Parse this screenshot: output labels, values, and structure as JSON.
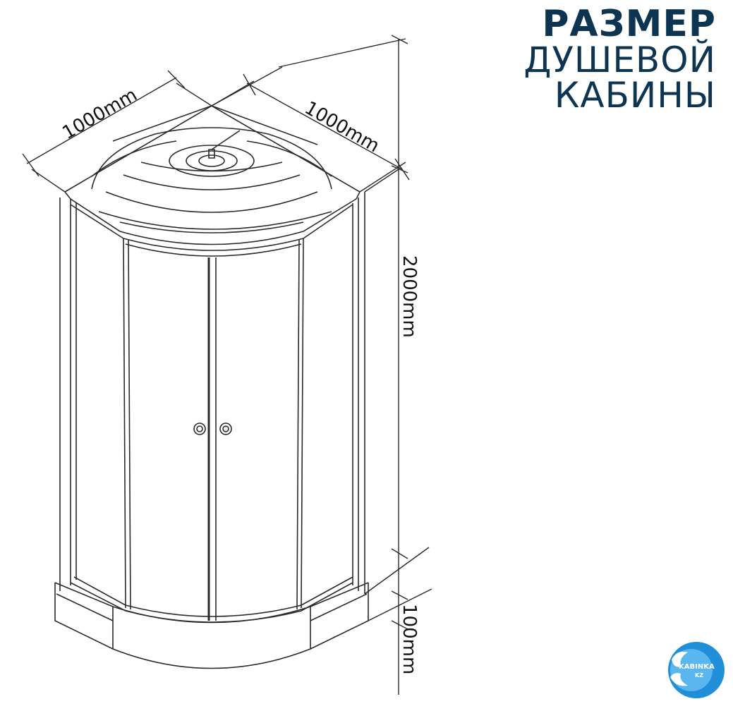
{
  "title": {
    "line1": "РАЗМЕР",
    "line2": "ДУШЕВОЙ",
    "line3": "КАБИНЫ"
  },
  "dimensions": {
    "width_left": "1000mm",
    "width_right": "1000mm",
    "height": "2000mm",
    "tray_height": "100mm"
  },
  "logo": {
    "name": "KABINKA",
    "suffix": "KZ"
  },
  "colors": {
    "title": "#0d3552",
    "logo_primary": "#1e8fd8",
    "line": "#2a2a2a"
  }
}
